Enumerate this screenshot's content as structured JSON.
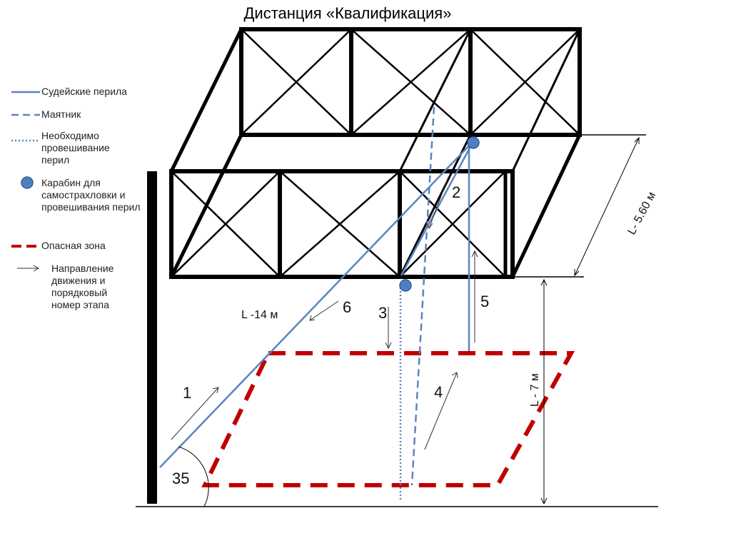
{
  "title": "Дистанция «Квалификация»",
  "legend": {
    "judge_rope": "Судейские перила",
    "pendulum": "Маятник",
    "sag": "Необходимо провешивание перил",
    "carabiner": "Карабин для самострахловки и провешивания перил",
    "danger": "Опасная зона",
    "direction": "Направление движения и порядковый номер этапа"
  },
  "labels": {
    "height_top": "L- 5.60 м",
    "height_bottom": "L - 7 м",
    "rope_length": "L -14 м",
    "angle": "35",
    "stage1": "1",
    "stage2": "2",
    "stage3": "3",
    "stage4": "4",
    "stage5": "5",
    "stage6": "6"
  },
  "colors": {
    "rope": "#5b84c0",
    "danger": "#c00000",
    "frame": "#000000",
    "carabiner": "#4f7fc0"
  }
}
